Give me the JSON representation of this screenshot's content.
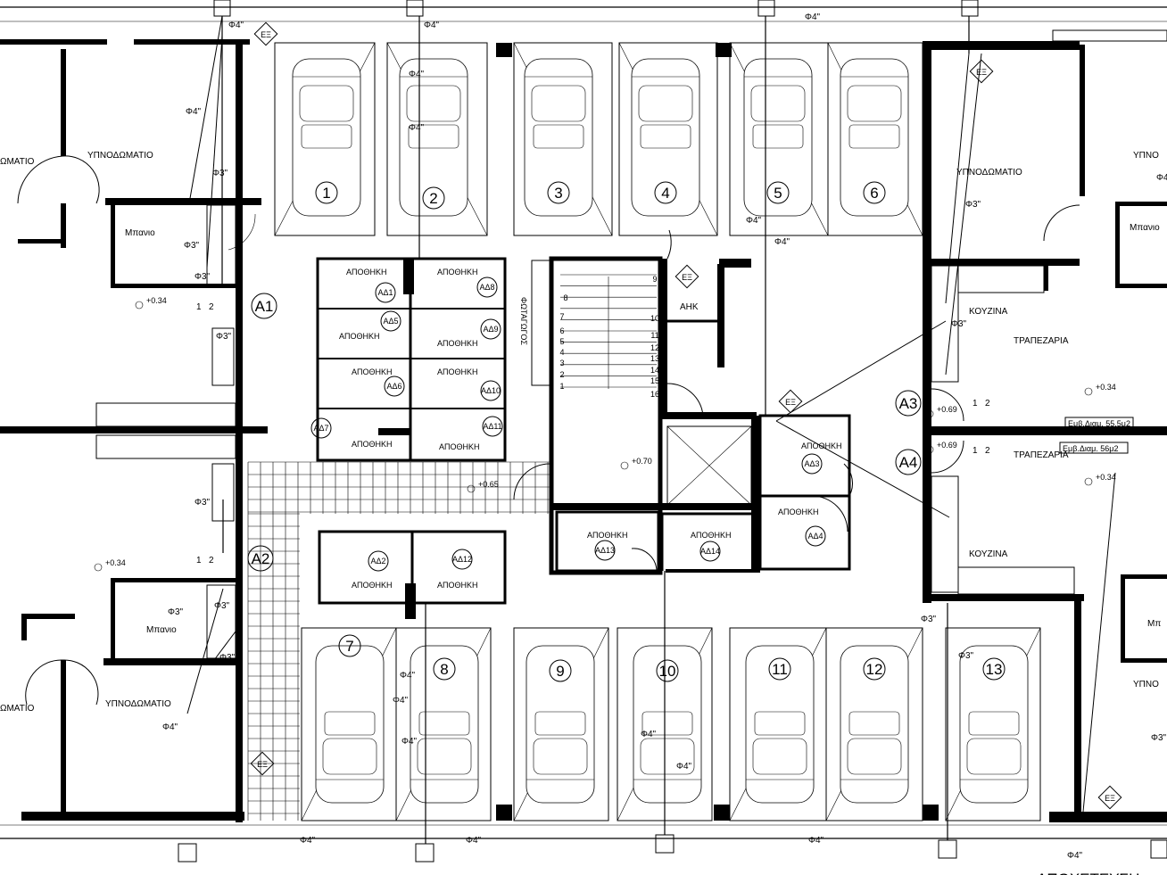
{
  "parking_spaces": [
    "1",
    "2",
    "3",
    "4",
    "5",
    "6",
    "7",
    "8",
    "9",
    "10",
    "11",
    "12",
    "13"
  ],
  "apartment_tags": [
    "A1",
    "A2",
    "A3",
    "A4"
  ],
  "rooms": {
    "bedroom": "ΥΠΝΟΔΩΜΑΤΙΟ",
    "bedroom_cut_left": "ΩΜΑΤΙΟ",
    "bedroom_cut_right": "ΥΠΝΟ",
    "bathroom": "Μπανιο",
    "bathroom_cut": "Μπ",
    "kitchen": "ΚΟΥΖΙΝΑ",
    "dining": "ΤΡΑΠΕΖΑΡΙΑ",
    "storage": "ΑΠΟΘΗΚΗ",
    "lift_room": "ΑΗΚ",
    "lightwell": "ΦΩΤΑΓΩΓΟΣ"
  },
  "storage_tags": [
    "ΑΔ1",
    "ΑΔ2",
    "ΑΔ3",
    "ΑΔ4",
    "ΑΔ5",
    "ΑΔ6",
    "ΑΔ7",
    "ΑΔ8",
    "ΑΔ9",
    "ΑΔ10",
    "ΑΔ11",
    "ΑΔ12",
    "ΑΔ13",
    "ΑΔ14"
  ],
  "pipe_labels": {
    "d4": "Φ4\"",
    "d3": "Φ3\""
  },
  "sewer_tag": "ΕΞ",
  "levels": [
    "+0.34",
    "+0.69",
    "+0.70",
    "+0.65"
  ],
  "area_labels": [
    "Εμβ.Διαμ. 55.5μ2",
    "Εμβ.Διαμ. 56μ2"
  ],
  "stair_steps": [
    "1",
    "2",
    "3",
    "4",
    "5",
    "6",
    "7",
    "8",
    "9",
    "10",
    "11",
    "12",
    "13",
    "14",
    "15",
    "16"
  ],
  "door_numbers": [
    "1",
    "2"
  ],
  "bottom_title": "ΑΠΟΧΕΤΕΥΣΗ"
}
